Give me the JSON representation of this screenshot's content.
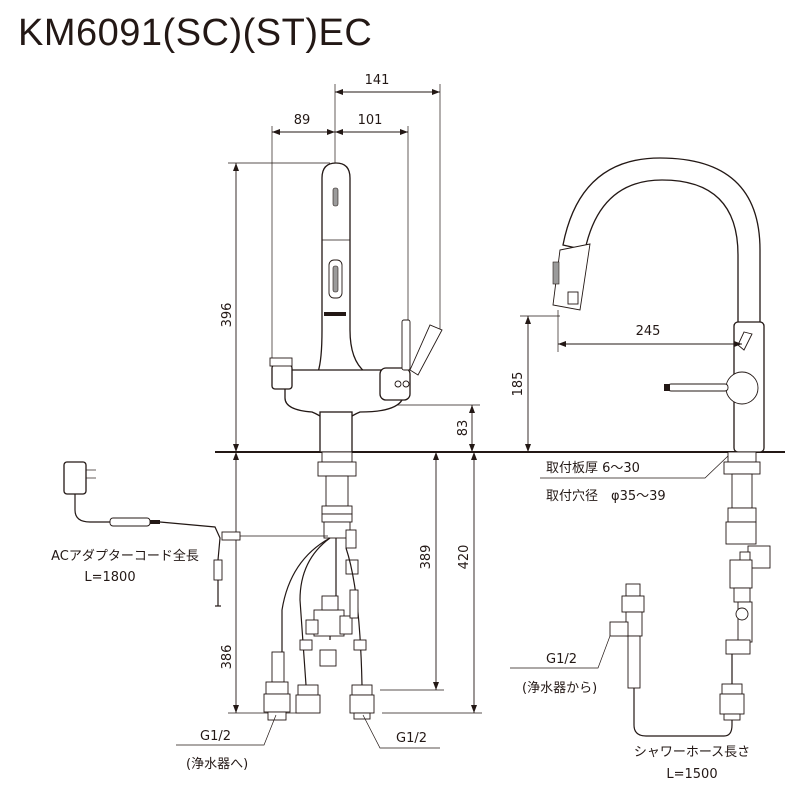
{
  "title": "KM6091(SC)(ST)EC",
  "dimensions": {
    "d141": "141",
    "d89": "89",
    "d101": "101",
    "d396": "396",
    "d83": "83",
    "d389": "389",
    "d420": "420",
    "d386": "386",
    "d185": "185",
    "d245": "245"
  },
  "labels": {
    "thickness": "取付板厚 6～30",
    "hole": "取付穴径　φ35～39",
    "ac_line1": "ACアダプターコード全長",
    "ac_line2": "L=1800",
    "g12_left": "G1/2",
    "to_purifier": "(浄水器へ)",
    "g12_mid": "G1/2",
    "g12_right": "G1/2",
    "from_purifier": "(浄水器から)",
    "hose_line1": "シャワーホース長さ",
    "hose_line2": "L=1500"
  }
}
